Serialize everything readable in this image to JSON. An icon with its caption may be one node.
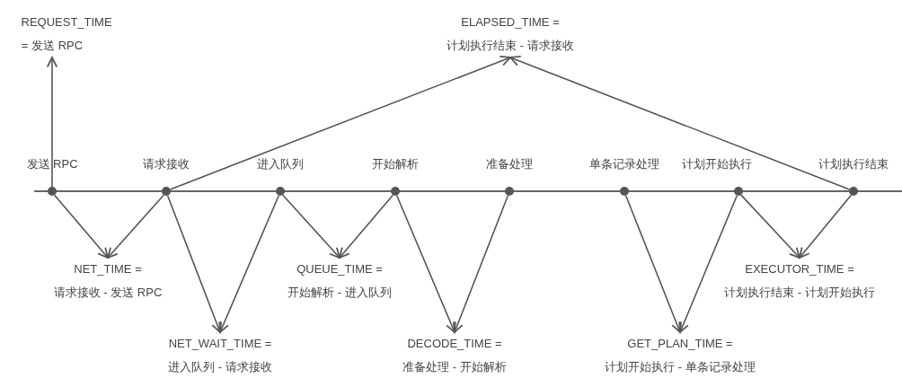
{
  "diagram": {
    "nodes": [
      {
        "text": [
          "REQUEST_TIME = 发送 RPC"
        ]
      },
      {
        "text": [
          "ELAPSED_TIME = 计划执行结束 - 请求接收"
        ]
      },
      {
        "text": [],
        "shape": "circle",
        "beside": [
          "发送 RPC"
        ]
      },
      {
        "text": [],
        "shape": "circle",
        "beside": [
          "请求接收"
        ]
      },
      {
        "text": [],
        "shape": "circle",
        "beside": [
          "进入队列"
        ]
      },
      {
        "text": [],
        "shape": "circle",
        "beside": [
          "开始解析"
        ]
      },
      {
        "text": [],
        "shape": "circle",
        "beside": [
          "准备处理"
        ]
      },
      {
        "text": [],
        "shape": "circle",
        "beside": [
          "单条记录处理"
        ]
      },
      {
        "text": [],
        "shape": "circle",
        "beside": [
          "计划开始执行"
        ]
      },
      {
        "text": [],
        "shape": "circle",
        "beside": [
          "计划执行结束"
        ]
      },
      {
        "text": [
          "NET_TIME = 请求接收 - 发送 RPC"
        ]
      },
      {
        "text": [
          "QUEUE_TIME = 开始解析 - 进入队列"
        ]
      },
      {
        "text": [
          "EXECUTOR_TIME = 计划执行结束 - 计划开始执行"
        ]
      },
      {
        "text": [
          "NET_WAIT_TIME = 进入队列 - 请求接收"
        ]
      },
      {
        "text": [
          "DECODE_TIME = 准备处理 - 开始解析"
        ]
      },
      {
        "text": [
          "GET_PLAN_TIME = 计划开始执行 - 单条记录处理"
        ]
      }
    ],
    "edges": [
      {
        "from": 2,
        "to": 0,
        "arrow": "to"
      },
      {
        "from": 3,
        "to": 1,
        "arrow": "to"
      },
      {
        "from": 9,
        "to": 1,
        "arrow": "to"
      },
      {
        "from": 2,
        "to": 10,
        "arrow": "to"
      },
      {
        "from": 3,
        "to": 10,
        "arrow": "to"
      },
      {
        "from": 3,
        "to": 13,
        "arrow": "to"
      },
      {
        "from": 4,
        "to": 13,
        "arrow": "to"
      },
      {
        "from": 4,
        "to": 11,
        "arrow": "to"
      },
      {
        "from": 5,
        "to": 11,
        "arrow": "to"
      },
      {
        "from": 5,
        "to": 14,
        "arrow": "to"
      },
      {
        "from": 6,
        "to": 14,
        "arrow": "to"
      },
      {
        "from": 7,
        "to": 15,
        "arrow": "to"
      },
      {
        "from": 8,
        "to": 15,
        "arrow": "to"
      },
      {
        "from": 8,
        "to": 12,
        "arrow": "to"
      },
      {
        "from": 9,
        "to": 12,
        "arrow": "to"
      }
    ]
  }
}
